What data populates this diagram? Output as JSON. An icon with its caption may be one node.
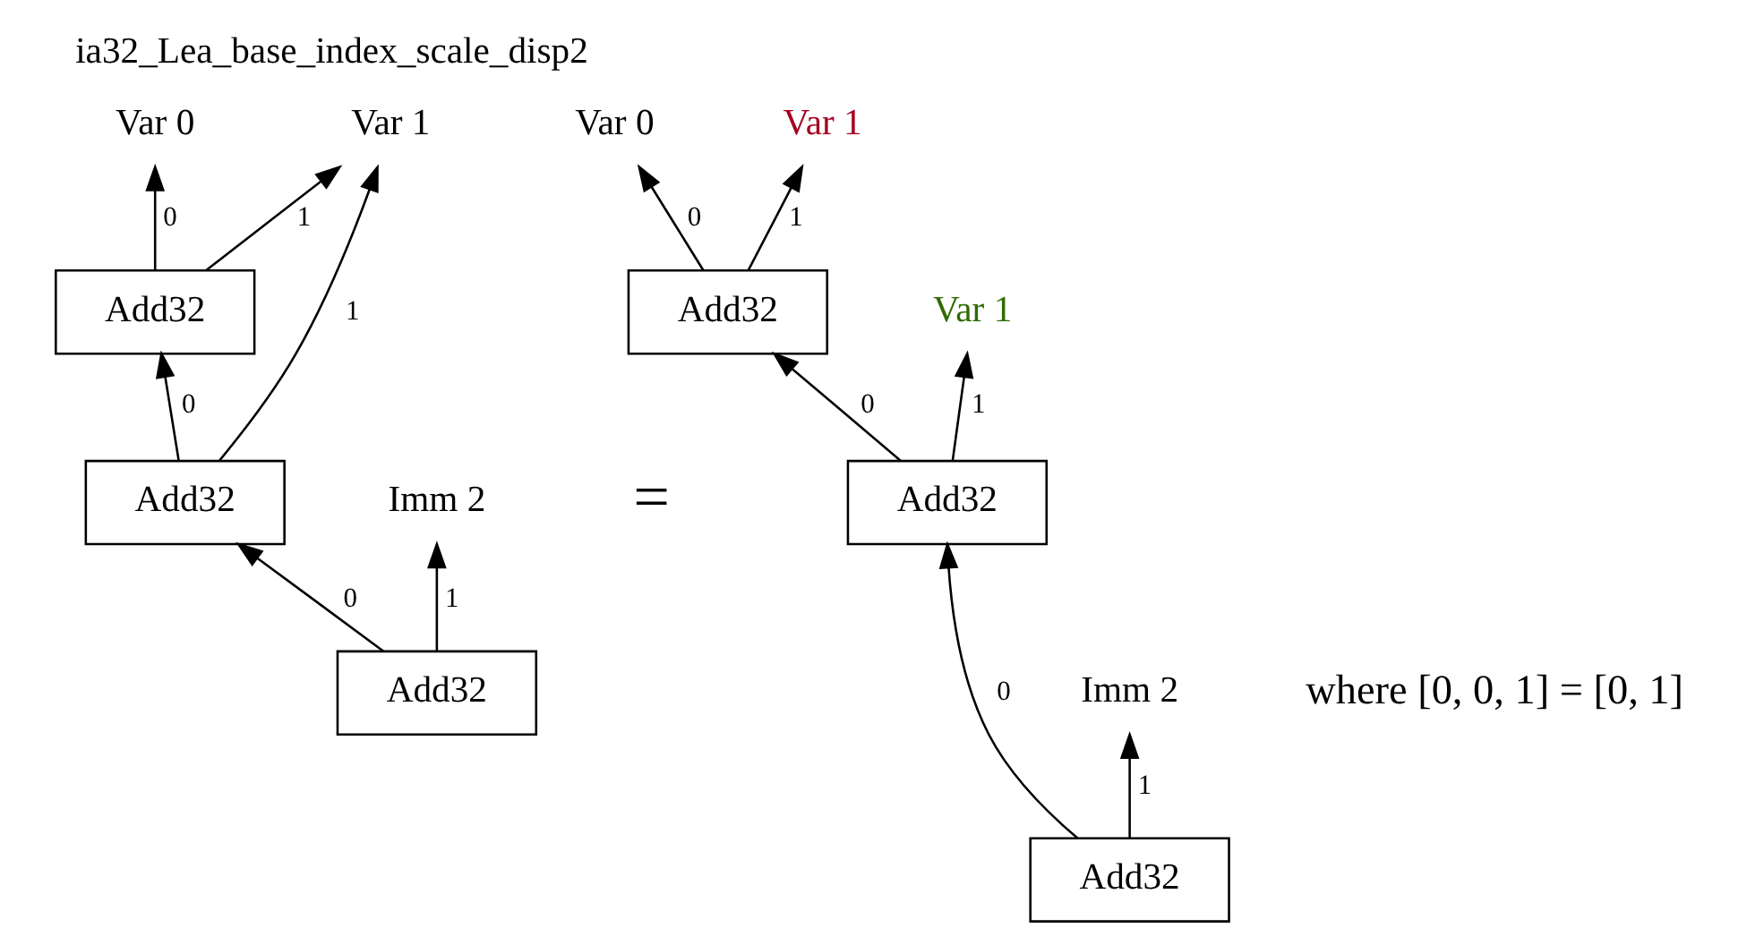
{
  "diagram": {
    "title": "ia32_Lea_base_index_scale_disp2",
    "nodes": [
      {
        "text": [
          "Var 0"
        ]
      },
      {
        "text": [
          "Var 1"
        ]
      },
      {
        "text": [
          "Var 0"
        ]
      },
      {
        "text": [
          "Var 1"
        ]
      },
      {
        "text": [
          "Add32"
        ]
      },
      {
        "text": [
          "Add32"
        ]
      },
      {
        "text": [
          "Var 1"
        ]
      },
      {
        "text": [
          "Add32"
        ]
      },
      {
        "text": [
          "Add32"
        ]
      },
      {
        "text": [
          "Imm 2"
        ]
      },
      {
        "text": [
          "Imm 2"
        ]
      },
      {
        "text": [
          "Add32"
        ]
      },
      {
        "text": [
          "Add32"
        ]
      }
    ],
    "edges": [
      {
        "from": 11,
        "to": 7,
        "arrow": "to",
        "label": "0"
      },
      {
        "from": 11,
        "to": 9,
        "arrow": "to",
        "label": "1"
      },
      {
        "from": 7,
        "to": 4,
        "arrow": "to",
        "label": "0"
      },
      {
        "from": 7,
        "to": 1,
        "arrow": "to",
        "label": "1"
      },
      {
        "from": 4,
        "to": 0,
        "arrow": "to",
        "label": "0"
      },
      {
        "from": 4,
        "to": 1,
        "arrow": "to",
        "label": "1"
      },
      {
        "from": 12,
        "to": 8,
        "arrow": "to",
        "label": "0"
      },
      {
        "from": 12,
        "to": 10,
        "arrow": "to",
        "label": "1"
      },
      {
        "from": 8,
        "to": 5,
        "arrow": "to",
        "label": "0"
      },
      {
        "from": 8,
        "to": 6,
        "arrow": "to",
        "label": "1"
      },
      {
        "from": 5,
        "to": 2,
        "arrow": "to",
        "label": "0"
      },
      {
        "from": 5,
        "to": 3,
        "arrow": "to",
        "label": "1"
      }
    ],
    "labels": [
      "=",
      "where [0, 0, 1] = [0, 1]"
    ]
  }
}
